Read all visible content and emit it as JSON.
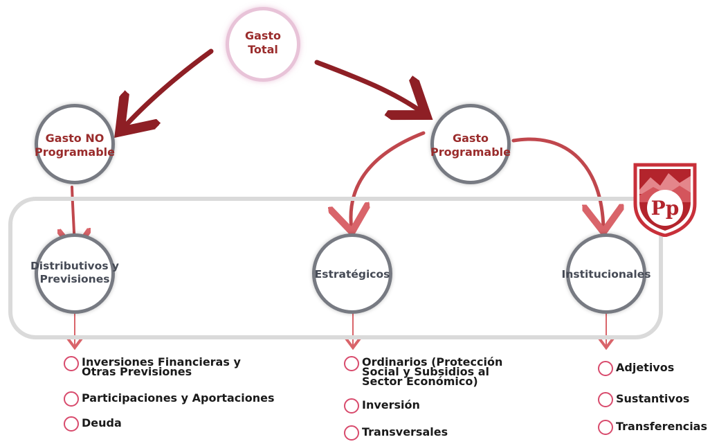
{
  "nodes": {
    "root": "Gasto\nTotal",
    "no_programable": "Gasto NO\nProgramable",
    "programable": "Gasto\nProgramable",
    "distributivos": "Distributivos y\nPrevisiones",
    "estrategicos": "Estratégicos",
    "institucionales": "Institucionales"
  },
  "lists": {
    "distributivos": [
      "Inversiones Financieras y\nOtras Previsiones",
      "Participaciones y Aportaciones",
      "Deuda"
    ],
    "estrategicos": [
      "Ordinarios (Protección\nSocial y Subsidios al\nSector Económico)",
      "Inversión",
      "Transversales"
    ],
    "institucionales": [
      "Adjetivos",
      "Sustantivos",
      "Transferencias"
    ]
  },
  "logo": {
    "text": "Pp"
  },
  "colors": {
    "arrow_dark": "#8e1f25",
    "arrow_light": "#d9646a",
    "ring_grey": "#777a82",
    "ring_pink": "#e8c3d8",
    "bullet": "#d84a6c",
    "label_red": "#9a2c2c",
    "bracket": "#dadada"
  }
}
